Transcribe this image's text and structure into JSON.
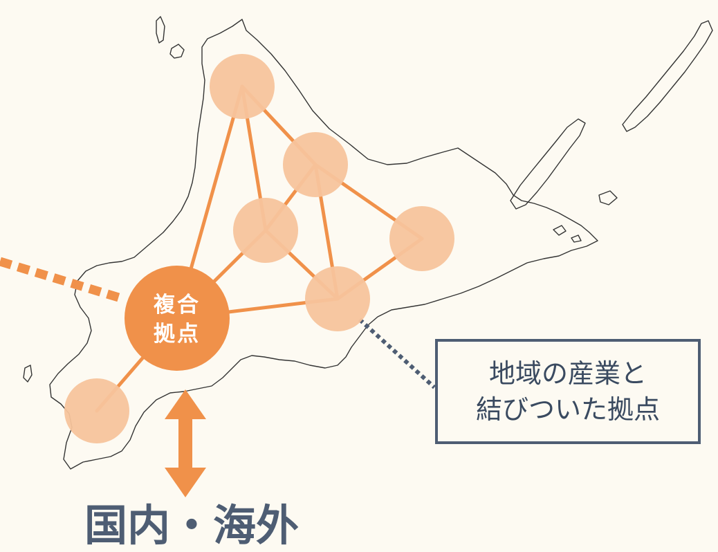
{
  "hub": {
    "line1": "複合",
    "line2": "拠点"
  },
  "callout": {
    "line1": "地域の産業と",
    "line2": "結びついた拠点"
  },
  "bottom_label": "国内・海外",
  "colors": {
    "background": "#fdfaf2",
    "hub": "#f0914a",
    "node": "#f7c49c",
    "connector": "#f0914a",
    "callout_border": "#4e5d73",
    "text_dark": "#4e5d73",
    "coastline": "#333333"
  }
}
